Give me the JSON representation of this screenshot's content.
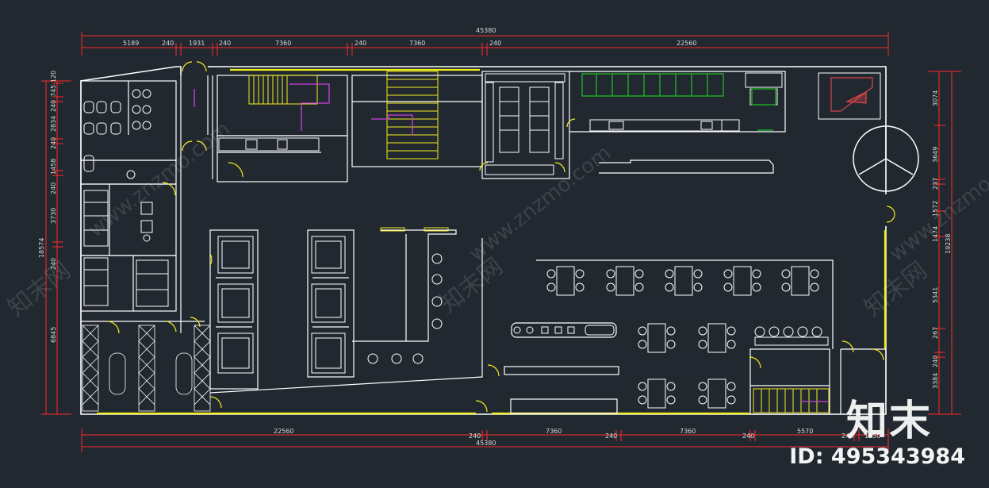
{
  "dimensions": {
    "top_total": "45380",
    "bottom_total": "45380",
    "top_segments": [
      "5189",
      "240",
      "1931",
      "240",
      "7360",
      "240",
      "7360",
      "240",
      "22560"
    ],
    "bottom_segments": [
      "22560",
      "240",
      "7360",
      "240",
      "7360",
      "240",
      "5570",
      "240",
      "1550"
    ],
    "left_total": "18574",
    "left_segments": [
      "120",
      "745",
      "240",
      "2834",
      "240",
      "1458",
      "240",
      "3730",
      "240",
      "6845"
    ],
    "right_total": "19238",
    "right_segments": [
      "3074",
      "3649",
      "237",
      "1572",
      "1474",
      "5341",
      "267",
      "240",
      "3384"
    ]
  },
  "watermark": {
    "text": "www.znzmo.com",
    "brand_cjk": "知末网"
  },
  "logo": {
    "brand": "知末",
    "id_label": "ID: 495343984"
  },
  "colors": {
    "background": "#212830",
    "wall": "#ffffff",
    "dimension": "#ff2a2a",
    "door": "#f2ee1c",
    "stair": "#f2ee1c",
    "furniture": "#ffffff",
    "accent_magenta": "#d040e0",
    "accent_green": "#22c322"
  }
}
